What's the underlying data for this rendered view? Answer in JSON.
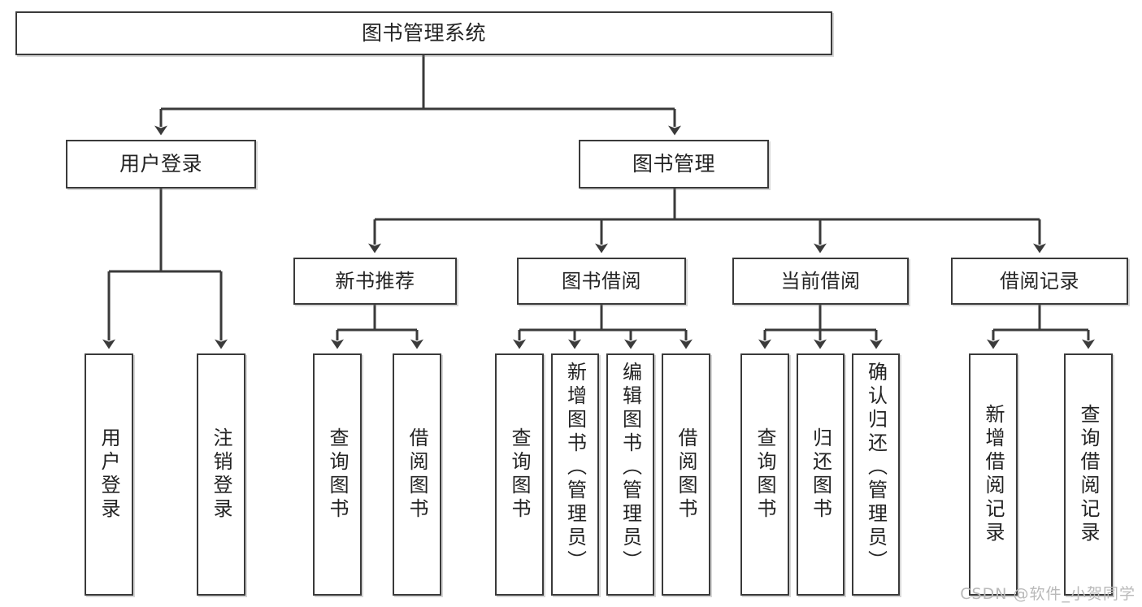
{
  "diagram": {
    "title": "图书管理系统",
    "type": "tree",
    "background": "#ffffff",
    "node_border_color": "#3a3a3a",
    "text_color": "#232323",
    "edge_color": "#3a3a3a"
  },
  "nodes": {
    "root": {
      "label": "图书管理系统"
    },
    "level2": [
      {
        "id": "user-login",
        "label": "用户登录"
      },
      {
        "id": "book-manage",
        "label": "图书管理"
      }
    ],
    "level3": [
      {
        "id": "new-book-recommend",
        "label": "新书推荐"
      },
      {
        "id": "book-borrow",
        "label": "图书借阅"
      },
      {
        "id": "current-borrow",
        "label": "当前借阅"
      },
      {
        "id": "borrow-record",
        "label": "借阅记录"
      }
    ],
    "leaves": {
      "user_login": [
        {
          "id": "leaf-user-login",
          "label": "用户登录"
        },
        {
          "id": "leaf-user-logout",
          "label": "注销登录"
        }
      ],
      "new_book_recommend": [
        {
          "id": "leaf-query-book-1",
          "label": "查询图书"
        },
        {
          "id": "leaf-borrow-book-1",
          "label": "借阅图书"
        }
      ],
      "book_borrow": [
        {
          "id": "leaf-query-book-2",
          "label": "查询图书"
        },
        {
          "id": "leaf-add-book",
          "label": "新增图书（管理员）"
        },
        {
          "id": "leaf-edit-book",
          "label": "编辑图书（管理员）"
        },
        {
          "id": "leaf-borrow-book-2",
          "label": "借阅图书"
        }
      ],
      "current_borrow": [
        {
          "id": "leaf-query-book-3",
          "label": "查询图书"
        },
        {
          "id": "leaf-return-book",
          "label": "归还图书"
        },
        {
          "id": "leaf-confirm-return",
          "label": "确认归还（管理员）"
        }
      ],
      "borrow_record": [
        {
          "id": "leaf-add-record",
          "label": "新增借阅记录"
        },
        {
          "id": "leaf-query-record",
          "label": "查询借阅记录"
        }
      ]
    }
  },
  "watermark": {
    "text": "CSDN @软件_小贺同学"
  }
}
